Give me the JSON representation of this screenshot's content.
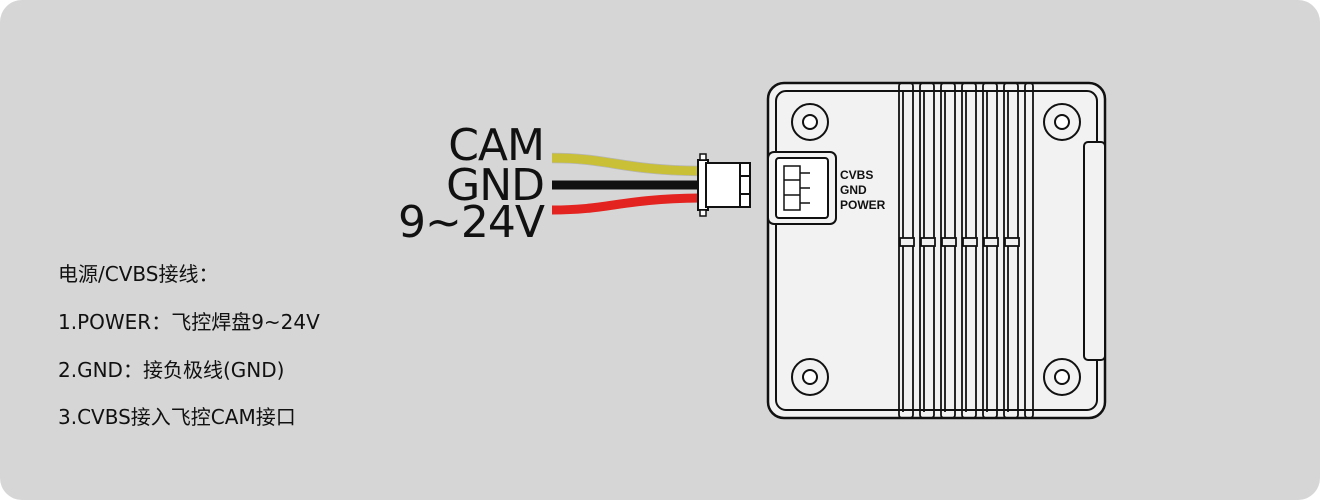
{
  "wires": {
    "cam_label": "CAM",
    "gnd_label": "GND",
    "power_label": "9~24V",
    "cam_color": "#f0e52f",
    "gnd_color": "#111111",
    "power_color": "#e3231f"
  },
  "connector_pins": {
    "cvbs": "CVBS",
    "gnd": "GND",
    "power": "POWER"
  },
  "notes": {
    "title": "电源/CVBS接线：",
    "item1": "1.POWER：飞控焊盘9~24V",
    "item2": "2.GND：接负极线(GND)",
    "item3": "3.CVBS接入飞控CAM接口"
  }
}
